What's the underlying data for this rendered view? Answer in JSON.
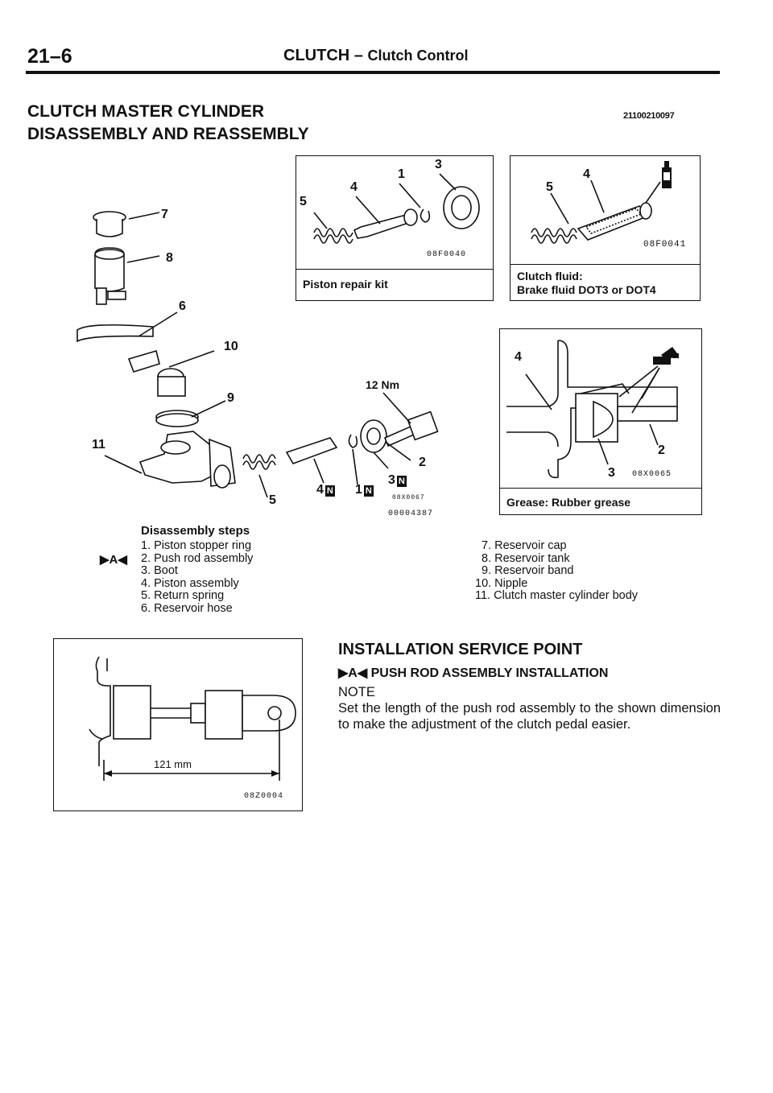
{
  "header": {
    "page_number": "21–6",
    "section": "CLUTCH",
    "dash": "–",
    "subsection": "Clutch Control"
  },
  "heading": {
    "line1": "CLUTCH MASTER CYLINDER",
    "line2": "DISASSEMBLY AND REASSEMBLY",
    "doc_id": "21100210097"
  },
  "figure_kit": {
    "code": "08F0040",
    "caption": "Piston repair kit",
    "labels": [
      "5",
      "4",
      "1",
      "3"
    ]
  },
  "figure_fluid": {
    "code": "08F0041",
    "caption_line1": "Clutch fluid:",
    "caption_line2": "Brake fluid DOT3 or DOT4",
    "labels": [
      "5",
      "4"
    ]
  },
  "figure_grease": {
    "code": "08X0065",
    "caption": "Grease: Rubber grease",
    "labels": [
      "4",
      "2",
      "3"
    ]
  },
  "figure_exploded": {
    "torque": "12 Nm",
    "code1": "08X0067",
    "code2": "00004387",
    "labels": {
      "l7": "7",
      "l8": "8",
      "l6": "6",
      "l10": "10",
      "l9": "9",
      "l11": "11",
      "l5": "5",
      "l4": "4",
      "l1": "1",
      "l3": "3",
      "l2": "2",
      "n": "N"
    }
  },
  "steps": {
    "title": "Disassembly steps",
    "marker": "▶A◀",
    "left": [
      "1. Piston stopper ring",
      "2. Push rod assembly",
      "3. Boot",
      "4. Piston assembly",
      "5. Return spring",
      "6. Reservoir hose"
    ],
    "right": [
      "7. Reservoir cap",
      "8. Reservoir tank",
      "9. Reservoir band",
      "10. Nipple",
      "11. Clutch master cylinder body"
    ]
  },
  "figure_pushrod": {
    "dimension": "121 mm",
    "code": "08Z0004"
  },
  "install": {
    "title": "INSTALLATION SERVICE POINT",
    "marker": "▶A◀",
    "subtitle": "PUSH ROD ASSEMBLY INSTALLATION",
    "note_label": "NOTE",
    "note_text": "Set the length of the push rod assembly to the shown dimension to make the adjustment of the clutch pedal easier."
  }
}
